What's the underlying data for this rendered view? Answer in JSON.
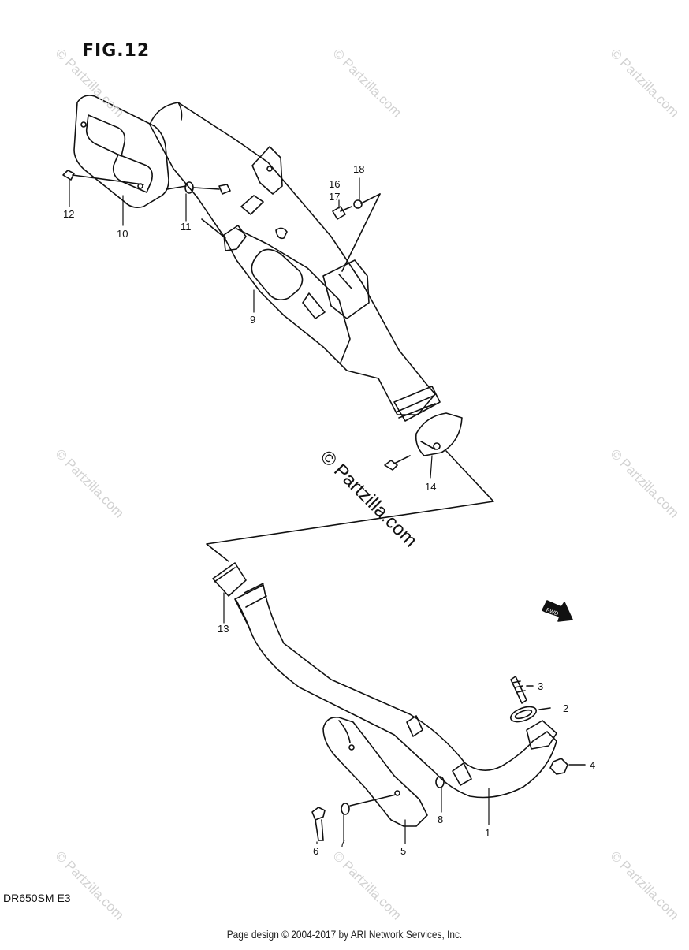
{
  "figure": {
    "title": "FIG.12"
  },
  "model": "DR650SM  E3",
  "footer": "Page design © 2004-2017 by ARI Network Services, Inc.",
  "watermark": {
    "center": "© Partzilla.com",
    "repeat": "© Partzilla.com"
  },
  "callouts": [
    "1",
    "2",
    "3",
    "4",
    "5",
    "6",
    "7",
    "8",
    "9",
    "10",
    "11",
    "12",
    "13",
    "14",
    "16",
    "17",
    "18"
  ],
  "arrow_label": "FWD",
  "icons": {
    "front_arrow": "fwd-arrow-icon"
  }
}
